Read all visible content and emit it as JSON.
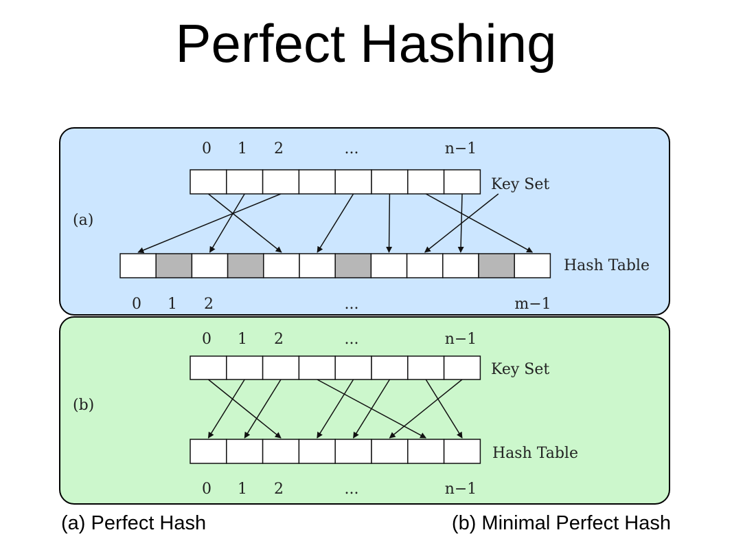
{
  "title": "Perfect Hashing",
  "colors": {
    "panel_a_bg": "#cce6ff",
    "panel_b_bg": "#ccf7cc",
    "empty_slot": "#b7b7b7"
  },
  "panel_a": {
    "tag": "(a)",
    "key_set_label": "Key Set",
    "hash_table_label": "Hash Table",
    "key_indices": [
      "0",
      "1",
      "2",
      "...",
      "n−1"
    ],
    "table_indices": [
      "0",
      "1",
      "2",
      "...",
      "m−1"
    ],
    "key_count": 8,
    "table_count": 12,
    "empty_slots": [
      1,
      3,
      6,
      10
    ],
    "mapping": [
      [
        0,
        4
      ],
      [
        1,
        2
      ],
      [
        2,
        0
      ],
      [
        4,
        5
      ],
      [
        5,
        7
      ],
      [
        6,
        11
      ],
      [
        7,
        9
      ],
      [
        8,
        8
      ]
    ]
  },
  "panel_b": {
    "tag": "(b)",
    "key_set_label": "Key Set",
    "hash_table_label": "Hash Table",
    "key_indices": [
      "0",
      "1",
      "2",
      "...",
      "n−1"
    ],
    "table_indices": [
      "0",
      "1",
      "2",
      "...",
      "n−1"
    ],
    "key_count": 8,
    "table_count": 8,
    "mapping": [
      [
        0,
        2
      ],
      [
        1,
        0
      ],
      [
        2,
        1
      ],
      [
        3,
        6
      ],
      [
        4,
        3
      ],
      [
        5,
        4
      ],
      [
        6,
        7
      ],
      [
        7,
        5
      ]
    ]
  },
  "captions": {
    "a": "(a) Perfect Hash",
    "b": "(b) Minimal Perfect Hash"
  }
}
